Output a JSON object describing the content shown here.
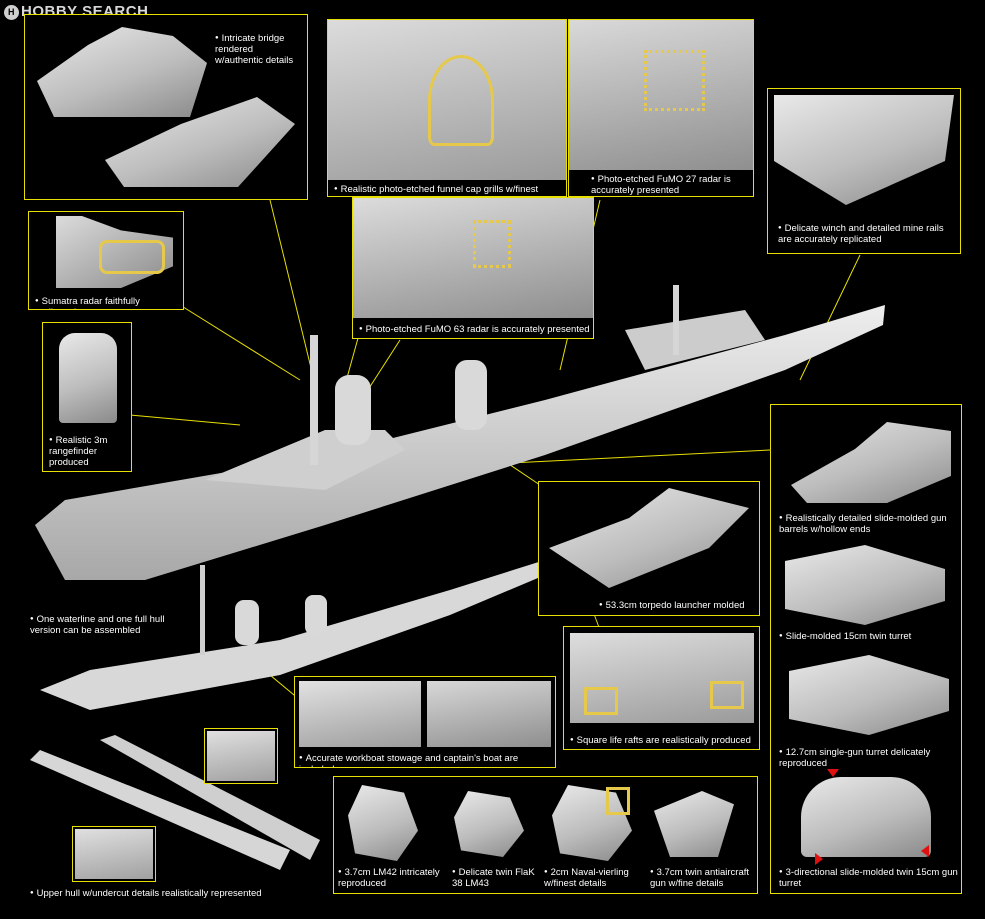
{
  "watermark": {
    "logo_letter": "H",
    "text": "HOBBY SEARCH"
  },
  "captions": {
    "bridge": "Intricate bridge rendered w/authentic details",
    "funnel": "Realistic photo-etched funnel cap grills w/finest details",
    "fumo27": "Photo-etched FuMO 27 radar is accurately presented",
    "winch": "Delicate winch and detailed mine rails are accurately replicated",
    "sumatra": "Sumatra radar faithfully replicated",
    "fumo63": "Photo-etched FuMO 63 radar is accurately presented",
    "rangefinder": "Realistic 3m rangefinder produced",
    "barrels": "Realistically detailed slide-molded gun barrels w/hollow ends",
    "torpedo": "53.3cm torpedo launcher molded",
    "twin_turret": "Slide-molded 15cm twin turret",
    "waterline": "One waterline and one full hull version can be assembled",
    "single_turret": "12.7cm single-gun turret delicately reproduced",
    "life_rafts": "Square life rafts are realistically produced",
    "workboat": "Accurate workboat stowage and captain's boat are included",
    "lm42": "3.7cm LM42 intricately reproduced",
    "flak38": "Delicate twin FlaK 38 LM43",
    "vierling": "2cm Naval-vierling w/finest details",
    "aa37": "3.7cm twin antiaircraft gun w/fine details",
    "three_dir": "3-directional slide-molded twin 15cm gun turret",
    "upper_hull": "Upper hull w/undercut details realistically represented"
  }
}
